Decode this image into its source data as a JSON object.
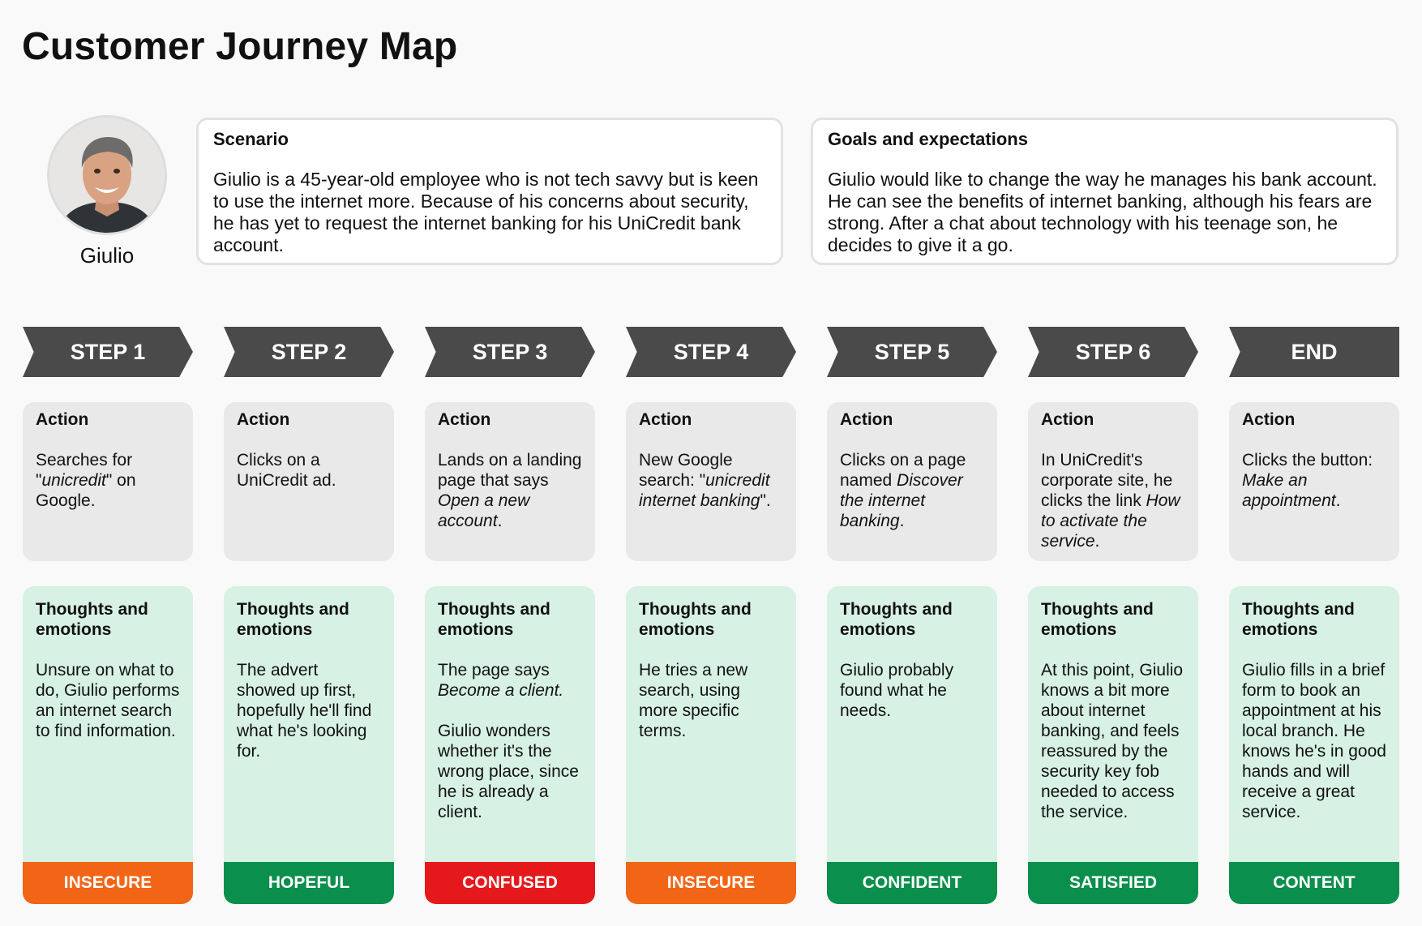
{
  "page_title": "Customer Journey Map",
  "persona": {
    "name": "Giulio",
    "avatar_icon": "person-photo"
  },
  "scenario": {
    "title": "Scenario",
    "text": "Giulio is a 45-year-old employee who is not tech savvy but is keen to use the internet more. Because of his concerns about security, he has yet to request the internet banking for his UniCredit bank account."
  },
  "goals": {
    "title": "Goals and expectations",
    "text": "Giulio would like to change the way he manages his bank account. He can see the benefits of internet banking, although his fears are strong. After a chat about technology with his teenage son, he decides to give it a go."
  },
  "labels": {
    "action": "Action",
    "thoughts": "Thoughts and emotions"
  },
  "colors": {
    "header": "#4a4a4a",
    "action_bg": "#e9e9e9",
    "thoughts_bg": "#d7f1e5",
    "insecure": "#f26516",
    "positive": "#0a8f4c",
    "confused": "#e5191c"
  },
  "steps": [
    {
      "header": "STEP 1",
      "action": [
        [
          "Searches for \"",
          false
        ],
        [
          "unicredit",
          true
        ],
        [
          "\" on Google.",
          false
        ]
      ],
      "thoughts": [
        [
          [
            "Unsure on what to do, Giulio performs an internet search to find information.",
            false
          ]
        ]
      ],
      "emotion": "INSECURE",
      "emotion_color": "#f26516"
    },
    {
      "header": "STEP 2",
      "action": [
        [
          "Clicks on a UniCredit ad.",
          false
        ]
      ],
      "thoughts": [
        [
          [
            "The advert showed up first, hopefully he'll find what he's looking for.",
            false
          ]
        ]
      ],
      "emotion": "HOPEFUL",
      "emotion_color": "#0a8f4c"
    },
    {
      "header": "STEP 3",
      "action": [
        [
          "Lands on a landing page that says ",
          false
        ],
        [
          "Open a new account",
          true
        ],
        [
          ".",
          false
        ]
      ],
      "thoughts": [
        [
          [
            "The page says ",
            false
          ],
          [
            "Become a client.",
            true
          ]
        ],
        [
          [
            "Giulio wonders whether it's the wrong place, since he is already a client.",
            false
          ]
        ]
      ],
      "emotion": "CONFUSED",
      "emotion_color": "#e5191c"
    },
    {
      "header": "STEP 4",
      "action": [
        [
          "New Google search: \"",
          false
        ],
        [
          "unicredit internet banking",
          true
        ],
        [
          "\".",
          false
        ]
      ],
      "thoughts": [
        [
          [
            "He tries a new search, using more specific terms.",
            false
          ]
        ]
      ],
      "emotion": "INSECURE",
      "emotion_color": "#f26516"
    },
    {
      "header": "STEP 5",
      "action": [
        [
          "Clicks on a page named ",
          false
        ],
        [
          "Discover the internet banking",
          true
        ],
        [
          ".",
          false
        ]
      ],
      "thoughts": [
        [
          [
            "Giulio probably found what he needs.",
            false
          ]
        ]
      ],
      "emotion": "CONFIDENT",
      "emotion_color": "#0a8f4c"
    },
    {
      "header": "STEP 6",
      "action": [
        [
          "In UniCredit's corporate site, he clicks the link ",
          false
        ],
        [
          "How to activate the service",
          true
        ],
        [
          ".",
          false
        ]
      ],
      "thoughts": [
        [
          [
            "At this point, Giulio knows a bit more about internet banking, and feels reassured by the security key fob needed to access the service.",
            false
          ]
        ]
      ],
      "emotion": "SATISFIED",
      "emotion_color": "#0a8f4c"
    },
    {
      "header": "END",
      "action": [
        [
          "Clicks the button: ",
          false
        ],
        [
          "Make an appointment",
          true
        ],
        [
          ".",
          false
        ]
      ],
      "thoughts": [
        [
          [
            "Giulio fills in a brief form to book an appointment at his local branch. He knows he's in good hands and will receive a great service.",
            false
          ]
        ]
      ],
      "emotion": "CONTENT",
      "emotion_color": "#0a8f4c"
    }
  ]
}
